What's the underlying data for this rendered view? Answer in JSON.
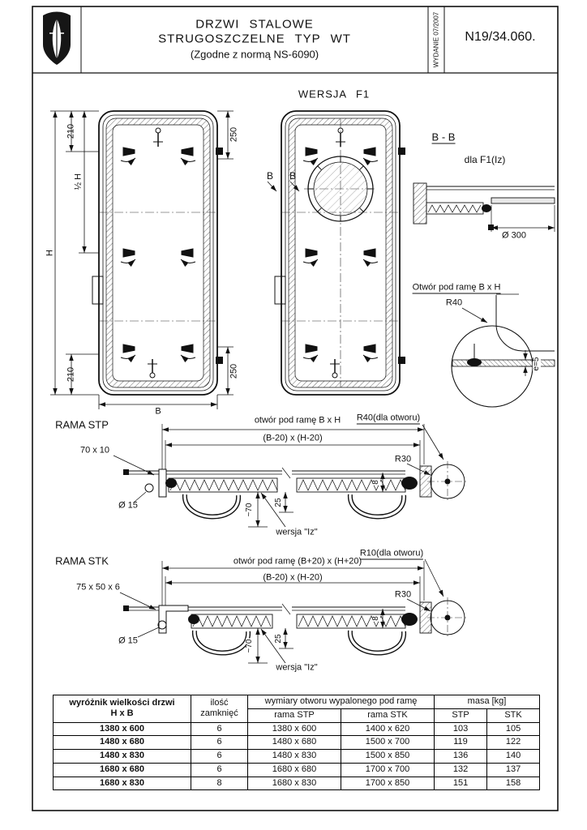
{
  "header": {
    "title_line1": "DRZWI STALOWE",
    "title_line2": "STRUGOSZCZELNE TYP WT",
    "title_line3": "(Zgodne z normą NS-6090)",
    "edition_vertical": "WYDANIE 07/2007",
    "doc_number": "N19/34.060."
  },
  "front_view": {
    "version_title": "WERSJA F1",
    "dims": {
      "d210_top": "210",
      "half_h": "½ H",
      "h": "H",
      "d210_bottom": "210",
      "b": "B",
      "d250_top": "250",
      "d250_bottom": "250"
    },
    "section_marks": {
      "left": "B",
      "right": "B"
    }
  },
  "section_bb": {
    "title": "B - B",
    "subtitle": "dla F1(Iz)",
    "dia300": "Ø 300"
  },
  "opening_detail": {
    "label": "Otwór pod ramę B x H",
    "r40": "R40",
    "e5": "e=5"
  },
  "rama_stp": {
    "title": "RAMA STP",
    "opening_dim": "otwór pod ramę B x H",
    "r40_note": "R40(dla otworu)",
    "inner_dim": "(B-20) x (H-20)",
    "profile": "70 x 10",
    "r30": "R30",
    "d8": "8",
    "dia15": "Ø 15",
    "d25": "25",
    "d70": "~70",
    "iz_note": "wersja \"Iz\""
  },
  "rama_stk": {
    "title": "RAMA STK",
    "opening_dim": "otwór pod ramę (B+20) x (H+20)",
    "r10_note": "R10(dla otworu)",
    "inner_dim": "(B-20) x (H-20)",
    "profile": "75 x 50 x 6",
    "r30": "R30",
    "d8": "8",
    "dia15": "Ø 15",
    "d25": "25",
    "d70": "~70",
    "iz_note": "wersja \"Iz\""
  },
  "table": {
    "header": {
      "col_size_1": "wyróżnik wielkości drzwi",
      "col_size_2": "H x B",
      "col_locks_1": "ilość",
      "col_locks_2": "zamknięć",
      "col_opening": "wymiary otworu wypalonego pod ramę",
      "col_rama_stp": "rama STP",
      "col_rama_stk": "rama STK",
      "col_mass": "masa [kg]",
      "col_stp": "STP",
      "col_stk": "STK"
    },
    "rows": [
      [
        "1380 x 600",
        "6",
        "1380 x 600",
        "1400 x 620",
        "103",
        "105"
      ],
      [
        "1480 x 680",
        "6",
        "1480 x 680",
        "1500 x 700",
        "119",
        "122"
      ],
      [
        "1480 x 830",
        "6",
        "1480 x 830",
        "1500 x 850",
        "136",
        "140"
      ],
      [
        "1680 x 680",
        "6",
        "1680 x 680",
        "1700 x 700",
        "132",
        "137"
      ],
      [
        "1680 x 830",
        "8",
        "1680 x 830",
        "1700 x 850",
        "151",
        "158"
      ]
    ]
  }
}
